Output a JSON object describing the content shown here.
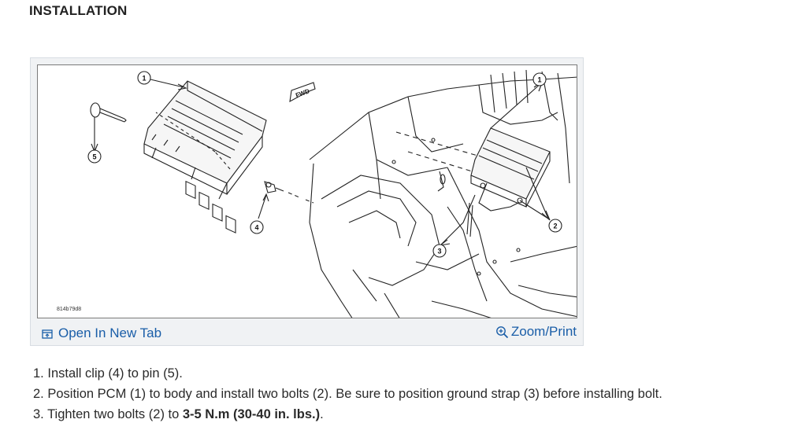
{
  "page": {
    "title": "INSTALLATION"
  },
  "figure": {
    "code": "814b79d8",
    "fwd_label": "FWD",
    "callouts": [
      "1",
      "5",
      "4",
      "1",
      "3",
      "2"
    ],
    "open_tab_label": "Open In New Tab",
    "zoom_label": "Zoom/Print",
    "icons": {
      "open_tab": "external-tab-icon",
      "zoom": "zoom-in-icon"
    }
  },
  "steps": [
    {
      "num": "1.",
      "text": "Install clip (4) to pin (5).",
      "bold": "",
      "tail": ""
    },
    {
      "num": "2.",
      "text": "Position PCM (1) to body and install two bolts (2). Be sure to position ground strap (3) before installing bolt.",
      "bold": "",
      "tail": ""
    },
    {
      "num": "3.",
      "text": "Tighten two bolts (2) to ",
      "bold": "3-5 N.m (30-40 in. lbs.)",
      "tail": "."
    }
  ],
  "colors": {
    "link": "#1a5ea8",
    "card_bg": "#f0f2f4",
    "text": "#2a2a2a"
  }
}
